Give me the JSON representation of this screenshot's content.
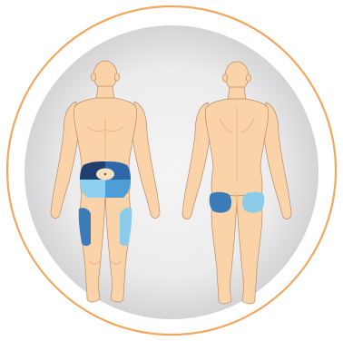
{
  "figure": {
    "subject": "injection-sites-body-map",
    "views": [
      "front",
      "back"
    ]
  },
  "colors": {
    "ring": "#F0A860",
    "backdrop_inner": "#F4F4F4",
    "backdrop_outer": "#D4D4D6",
    "skin": "#FBD3A9",
    "skin_shade": "#EDB689",
    "outline": "#B88A66",
    "navel_zone": "#F6E0C0",
    "abdomen_upper_dark": "#1F3F6E",
    "abdomen_upper_mid": "#2F68A8",
    "abdomen_lower_mid": "#4D9ED6",
    "abdomen_lower_light": "#8FD0F0",
    "thigh_left": "#3C7AB8",
    "thigh_right": "#8CCBEA",
    "buttock_left": "#3C7AB8",
    "buttock_right": "#8CCBEA"
  },
  "zones": {
    "front": [
      "abdomen-upper-left",
      "abdomen-upper-right",
      "abdomen-lower-left",
      "abdomen-lower-right",
      "thigh-left",
      "thigh-right"
    ],
    "back": [
      "buttock-left",
      "buttock-right"
    ]
  }
}
